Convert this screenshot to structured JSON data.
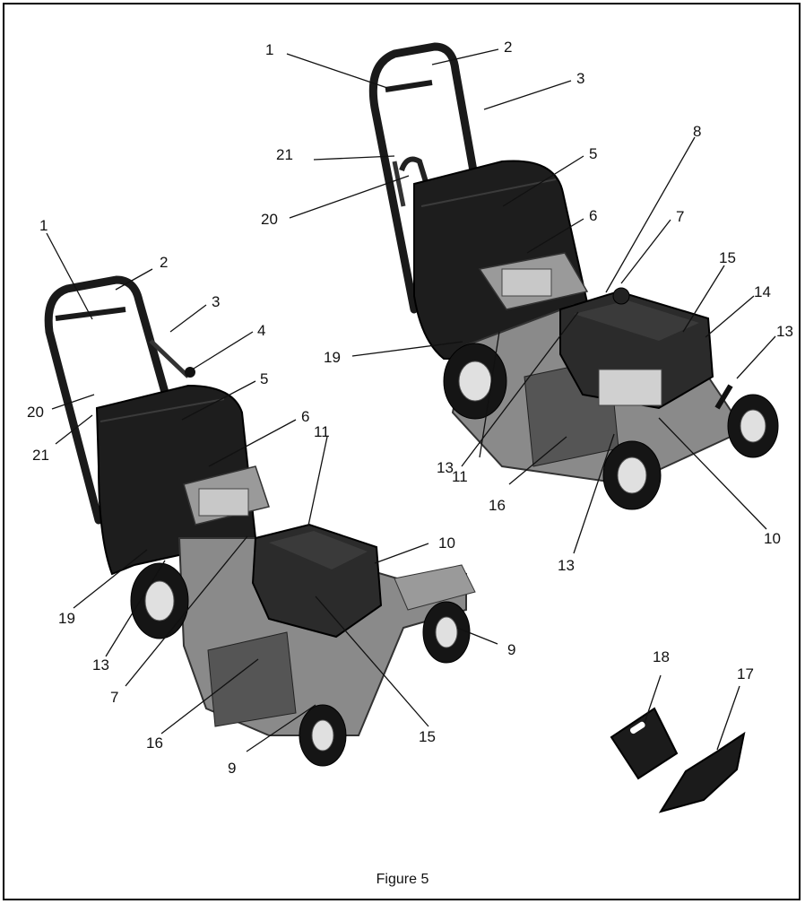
{
  "caption": "Figure 5",
  "labels": {
    "right_mower": {
      "c1": "1",
      "c2": "2",
      "c3": "3",
      "c5": "5",
      "c6": "6",
      "c7": "7",
      "c8": "8",
      "c10": "10",
      "c11": "11",
      "c13a": "13",
      "c13b": "13",
      "c13c": "13",
      "c14": "14",
      "c15": "15",
      "c16": "16",
      "c19": "19",
      "c20": "20",
      "c21": "21"
    },
    "left_mower": {
      "c1": "1",
      "c2": "2",
      "c3": "3",
      "c4": "4",
      "c5": "5",
      "c6": "6",
      "c7": "7",
      "c9a": "9",
      "c9b": "9",
      "c10": "10",
      "c11": "11",
      "c13": "13",
      "c15": "15",
      "c16": "16",
      "c19": "19",
      "c20": "20",
      "c21": "21"
    },
    "accessories": {
      "c17": "17",
      "c18": "18"
    }
  }
}
